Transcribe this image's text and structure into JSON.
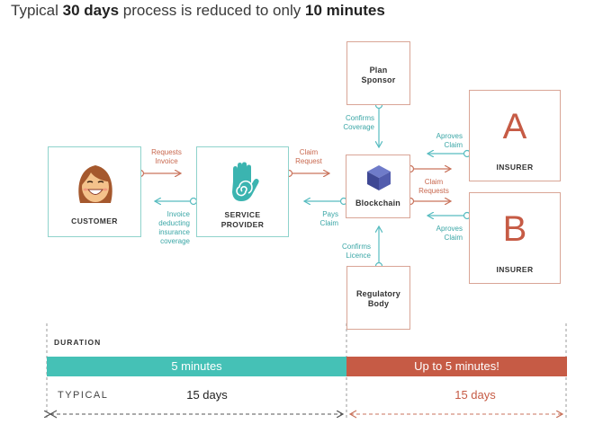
{
  "headline": {
    "prefix": "Typical ",
    "bold1": "30 days",
    "middle": " process is reduced to only ",
    "bold2": "10 minutes"
  },
  "nodes": {
    "customer": "CUSTOMER",
    "service_provider_line1": "SERVICE",
    "service_provider_line2": "PROVIDER",
    "blockchain": "Blockchain",
    "plan_sponsor_line1": "Plan",
    "plan_sponsor_line2": "Sponsor",
    "regulatory_line1": "Regulatory",
    "regulatory_line2": "Body",
    "insurer_a_letter": "A",
    "insurer_a_label": "INSURER",
    "insurer_b_letter": "B",
    "insurer_b_label": "INSURER"
  },
  "flows": {
    "requests_invoice_1": "Requests",
    "requests_invoice_2": "Invoice",
    "invoice_deducting_1": "Invoice",
    "invoice_deducting_2": "deducting",
    "invoice_deducting_3": "insurance",
    "invoice_deducting_4": "coverage",
    "claim_request_1": "Claim",
    "claim_request_2": "Request",
    "pays_claim_1": "Pays",
    "pays_claim_2": "Claim",
    "confirms_coverage_1": "Confirms",
    "confirms_coverage_2": "Coverage",
    "confirms_licence_1": "Confirms",
    "confirms_licence_2": "Licence",
    "aproves_claim_a_1": "Aproves",
    "aproves_claim_a_2": "Claim",
    "claim_requests_1": "Claim",
    "claim_requests_2": "Requests",
    "aproves_claim_b_1": "Aproves",
    "aproves_claim_b_2": "Claim"
  },
  "duration": {
    "label": "DURATION",
    "bar_left": "5 minutes",
    "bar_right": "Up to 5 minutes!",
    "typical_label": "TYPICAL",
    "typical_left": "15 days",
    "typical_right": "15 days"
  },
  "colors": {
    "teal": "#45c1b6",
    "red": "#c65b45",
    "teal_line": "#58bcc0",
    "red_line": "#c9735c"
  },
  "icons": [
    "smiling-woman-icon",
    "hand-spiral-icon",
    "blockchain-cube-icon"
  ]
}
